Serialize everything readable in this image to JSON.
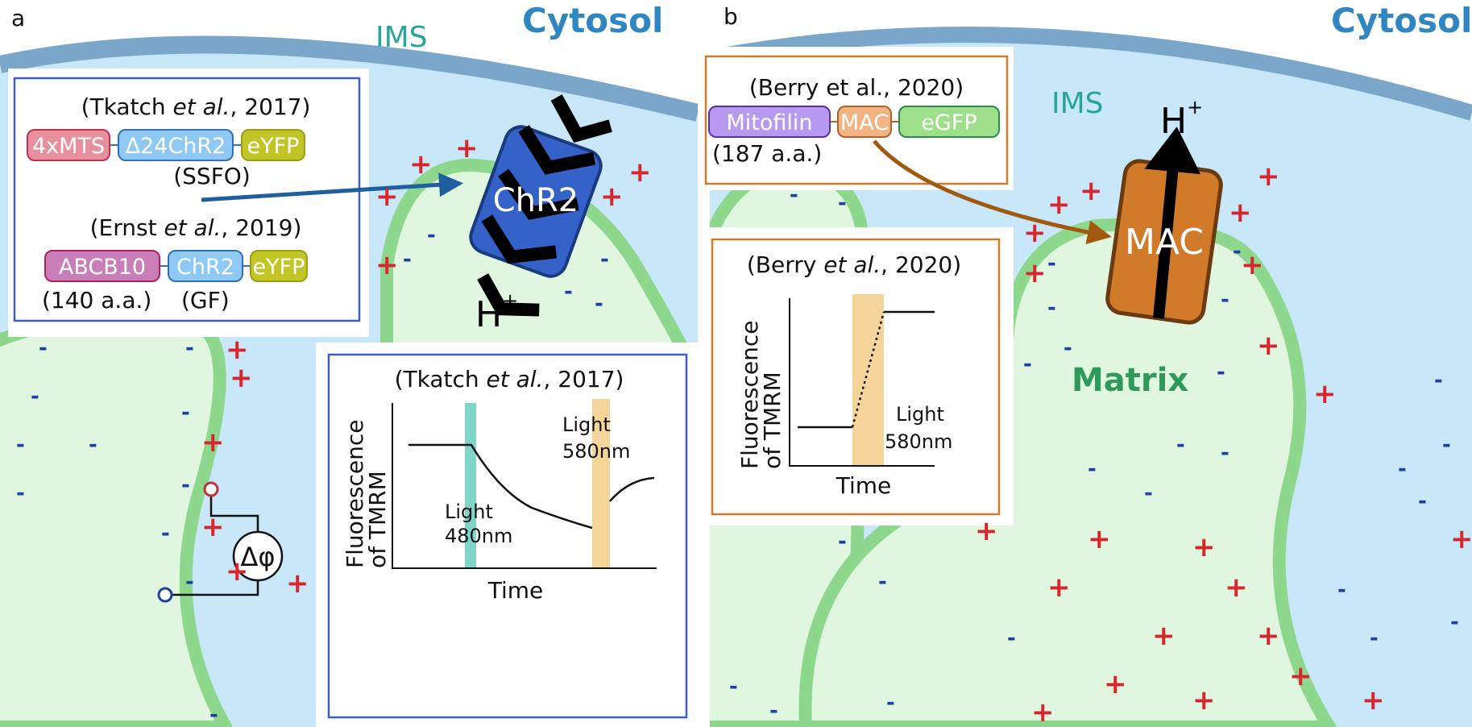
{
  "panel_a": {
    "label": "a",
    "cytosol": "Cytosol",
    "ims": "IMS",
    "construct1": {
      "ref_pre": "(Tkatch ",
      "ref_italic": "et al.",
      "ref_post": ", 2017)",
      "pills": [
        "4xMTS",
        "Δ24ChR2",
        "eYFP"
      ],
      "note": "(SSFO)"
    },
    "construct2": {
      "ref_pre": "(Ernst ",
      "ref_italic": "et al.",
      "ref_post": ", 2019)",
      "pills": [
        "ABCB10",
        "ChR2",
        "eYFP"
      ],
      "note_left": "(140 a.a.)",
      "note_right": "(GF)"
    },
    "channel": "ChR2",
    "proton": "H",
    "proton_charge": "+",
    "potential": "Δφ",
    "graph": {
      "ref_pre": "(Tkatch ",
      "ref_italic": "et al.",
      "ref_post": ", 2017)",
      "ylabel_1": "Fluorescence",
      "ylabel_2": "of  TMRM",
      "xlabel": "Time",
      "light1": [
        "Light",
        "480nm"
      ],
      "light2": [
        "Light",
        "580nm"
      ]
    }
  },
  "panel_b": {
    "label": "b",
    "cytosol": "Cytosol",
    "ims": "IMS",
    "matrix": "Matrix",
    "construct": {
      "ref": "(Berry et al., 2020)",
      "pills": [
        "Mitofilin",
        "MAC",
        "eGFP"
      ],
      "note": "(187 a.a.)"
    },
    "channel": "MAC",
    "proton": "H",
    "proton_charge": "+",
    "graph": {
      "ref_pre": "(Berry ",
      "ref_italic": "et al.",
      "ref_post": ", 2020)",
      "ylabel_1": "Fluorescence",
      "ylabel_2": "of  TMRM",
      "xlabel": "Time",
      "light": [
        "Light",
        "580nm"
      ]
    }
  },
  "colors": {
    "cytosol_text": "#2f86c0",
    "ims_text": "#27a59a",
    "matrix_text": "#2e9a5a",
    "membrane_outer": "#7aa7c9",
    "ims_fill": "#c8e7f9",
    "inner_membrane": "#8ed88e",
    "matrix_fill": "#e0f6df",
    "plus": "#d8262e",
    "minus": "#1f3fa8",
    "chr2": "#3562c9",
    "mac": "#d07a2a",
    "light_480": "#7ed6c8",
    "light_580": "#f6d59a"
  }
}
